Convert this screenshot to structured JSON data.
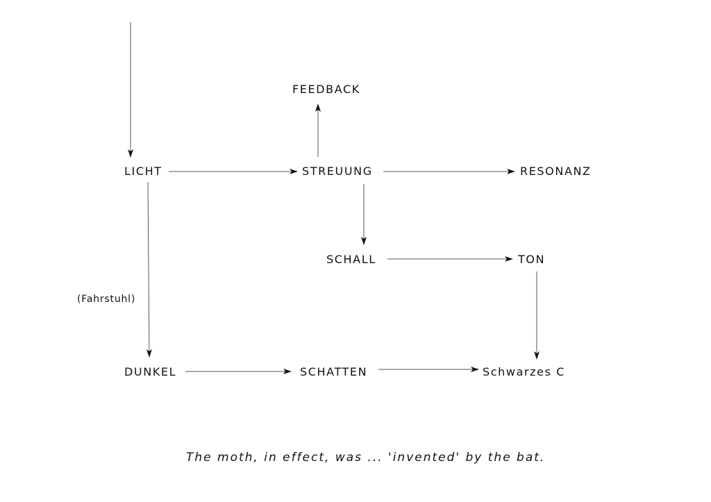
{
  "nodes": {
    "feedback": "FEEDBACK",
    "licht": "LICHT",
    "streuung": "STREUUNG",
    "resonanz": "RESONANZ",
    "schall": "SCHALL",
    "ton": "TON",
    "dunkel": "DUNKEL",
    "schatten": "SCHATTEN",
    "schwarzes_c": "Schwarzes C"
  },
  "annotation": "(Fahrstuhl)",
  "caption": "The moth, in effect, was ... 'invented' by the bat.",
  "colors": {
    "line": "#555555",
    "arrowhead": "#111111",
    "text": "#111111"
  }
}
